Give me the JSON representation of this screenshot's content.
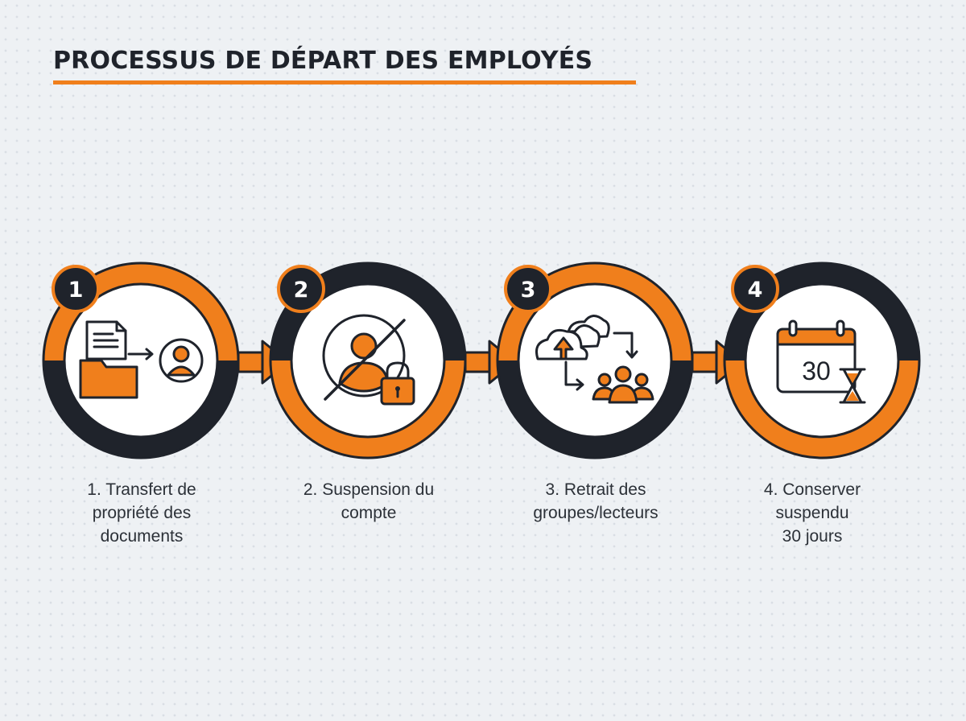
{
  "title": "PROCESSUS DE DÉPART DES EMPLOYÉS",
  "colors": {
    "accent": "#f07f1c",
    "dark": "#1f232b",
    "background": "#eef1f4"
  },
  "steps": [
    {
      "number": "1",
      "icon": "folder-transfer-to-user-icon",
      "label_lines": [
        "1. Transfert de",
        "propriété des",
        "documents"
      ]
    },
    {
      "number": "2",
      "icon": "suspended-user-lock-icon",
      "label_lines": [
        "2. Suspension du",
        "compte"
      ]
    },
    {
      "number": "3",
      "icon": "cloud-groups-removal-icon",
      "label_lines": [
        "3. Retrait des",
        "groupes/lecteurs"
      ]
    },
    {
      "number": "4",
      "icon": "calendar-hourglass-icon",
      "calendar_text": "30",
      "label_lines": [
        "4. Conserver",
        "suspendu",
        "30 jours"
      ]
    }
  ]
}
